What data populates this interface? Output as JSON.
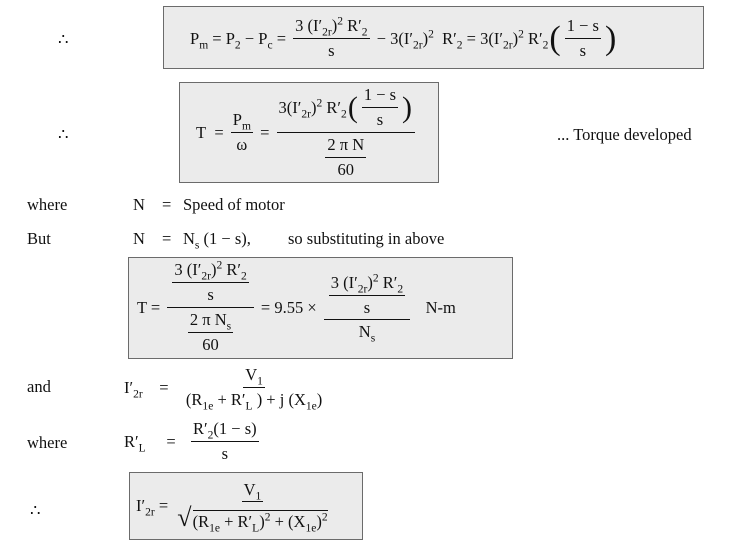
{
  "symbols": {
    "therefore": "∴"
  },
  "eq1": {
    "lhs": "P",
    "lhs_sub": "m",
    "eq_sign": "=",
    "p2": "P",
    "p2_sub": "2",
    "minus": "−",
    "pc": "P",
    "pc_sub": "c",
    "num": "3 (I′",
    "num_sub": "2r",
    "num_pow": "2",
    "num_r": "R′",
    "num_r_sub": "2",
    "den": "s",
    "term2": "− 3(I′",
    "term2_sub": "2r",
    "term2_pow": "2",
    "term2_r": "R′",
    "term2_r_sub": "2",
    "term3": "= 3(I′",
    "term3_sub": "2r",
    "term3_pow": "2",
    "term3_r": "R′",
    "term3_r_sub": "2",
    "slip_num": "1 − s",
    "slip_den": "s"
  },
  "eq2": {
    "lhs": "T",
    "eq_sign": "=",
    "frac1_num": "P",
    "frac1_num_sub": "m",
    "frac1_den": "ω",
    "num": "3(I′",
    "num_sub": "2r",
    "num_pow": "2",
    "num_r": "R′",
    "num_r_sub": "2",
    "slip_num": "1 − s",
    "slip_den": "s",
    "den_num": "2 π N",
    "den_den": "60",
    "note": "... Torque developed"
  },
  "where1": {
    "label": "where",
    "var": "N",
    "eq_sign": "=",
    "text": "Speed of motor"
  },
  "but": {
    "label": "But",
    "var": "N",
    "eq_sign": "=",
    "ns": "N",
    "ns_sub": "s",
    "rest": "(1 − s),",
    "note": "so substituting in above"
  },
  "eq3": {
    "lhs": "T =",
    "num": "3 (I′",
    "num_sub": "2r",
    "num_pow": "2",
    "num_r": "R′",
    "num_r_sub": "2",
    "num_den": "s",
    "den_num": "2 π N",
    "den_num_sub": "s",
    "den_den": "60",
    "mid": "= 9.55 ×",
    "frac2_num": "3 (I′",
    "frac2_num_sub": "2r",
    "frac2_num_pow": "2",
    "frac2_num_r": "R′",
    "frac2_num_r_sub": "2",
    "frac2_num_den": "s",
    "frac2_den": "N",
    "frac2_den_sub": "s",
    "unit": "N-m"
  },
  "and_eq": {
    "label": "and",
    "lhs": "I′",
    "lhs_sub": "2r",
    "eq_sign": "=",
    "num": "V",
    "num_sub": "1",
    "den_a": "(R",
    "den_a_sub": "1e",
    "den_b": "+ R′",
    "den_b_sub": "L",
    "den_c": ") + j (X",
    "den_c_sub": "1e",
    "den_d": ")"
  },
  "where2": {
    "label": "where",
    "lhs": "R′",
    "lhs_sub": "L",
    "eq_sign": "=",
    "num": "R′",
    "num_sub": "2",
    "num_rest": "(1 − s)",
    "den": "s"
  },
  "eq4": {
    "lhs": "I′",
    "lhs_sub": "2r",
    "eq_sign": "=",
    "num": "V",
    "num_sub": "1",
    "den_a": "(R",
    "den_a_sub": "1e",
    "den_b": "+ R′",
    "den_b_sub": "L",
    "den_c": ")",
    "den_c_pow": "2",
    "den_d": "+ (X",
    "den_d_sub": "1e",
    "den_e": ")",
    "den_e_pow": "2"
  }
}
